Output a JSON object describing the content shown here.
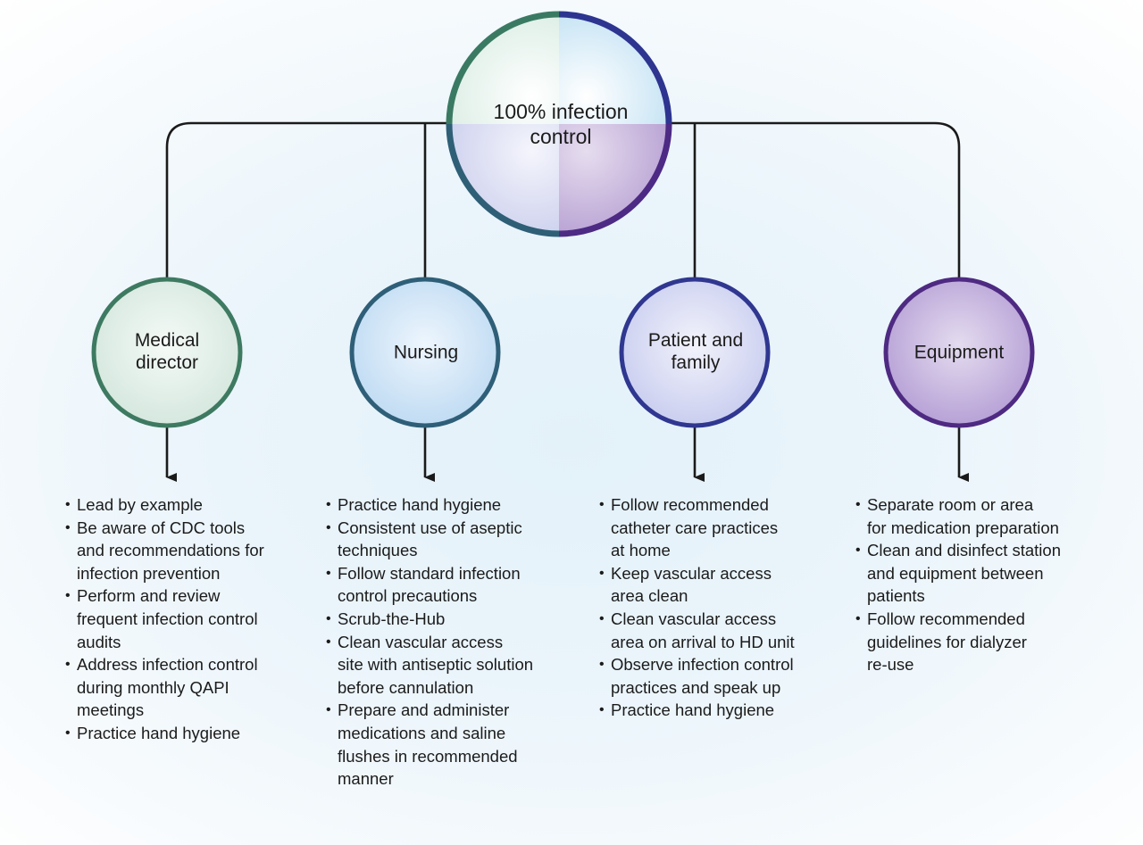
{
  "diagram": {
    "title": "100% infection control",
    "center_node": {
      "label_lines": [
        "100% infection",
        "control"
      ],
      "quadrant_colors": {
        "top_left": "#3a7a63",
        "top_right": "#2d3590",
        "bottom_left": "#2e5f77",
        "bottom_right": "#4d2a84"
      }
    },
    "nodes": [
      {
        "id": "medical-director",
        "label_lines": [
          "Medical",
          "director"
        ],
        "stroke": "#3e7a62",
        "fill": "#e2efe9",
        "bullets": [
          "Lead by example",
          "Be aware of CDC tools\nand recommendations for\ninfection prevention",
          "Perform and review\nfrequent infection control\naudits",
          "Address infection control\nduring monthly QAPI\nmeetings",
          "Practice hand hygiene"
        ]
      },
      {
        "id": "nursing",
        "label_lines": [
          "Nursing"
        ],
        "stroke": "#2f5f78",
        "fill": "#d6e8f6",
        "bullets": [
          "Practice hand hygiene",
          "Consistent use of aseptic\ntechniques",
          "Follow standard infection\ncontrol precautions",
          "Scrub-the-Hub",
          "Clean vascular access\nsite with antiseptic solution\nbefore cannulation",
          "Prepare and administer\nmedications and saline\nflushes in recommended\nmanner"
        ]
      },
      {
        "id": "patient-and-family",
        "label_lines": [
          "Patient and",
          "family"
        ],
        "stroke": "#2f3790",
        "fill": "#dfe2f5",
        "bullets": [
          "Follow recommended\ncatheter care practices\nat home",
          "Keep vascular access\narea clean",
          "Clean vascular access\narea on arrival to HD unit",
          "Observe infection control\npractices and speak up",
          "Practice hand hygiene"
        ]
      },
      {
        "id": "equipment",
        "label_lines": [
          "Equipment"
        ],
        "stroke": "#4e2a82",
        "fill": "#d3c6e6",
        "bullets": [
          "Separate room or area\nfor medication preparation",
          "Clean and disinfect station\nand equipment between\npatients",
          "Follow recommended\nguidelines for dialyzer\nre-use"
        ]
      }
    ],
    "connector_color": "#1a1a1a"
  }
}
